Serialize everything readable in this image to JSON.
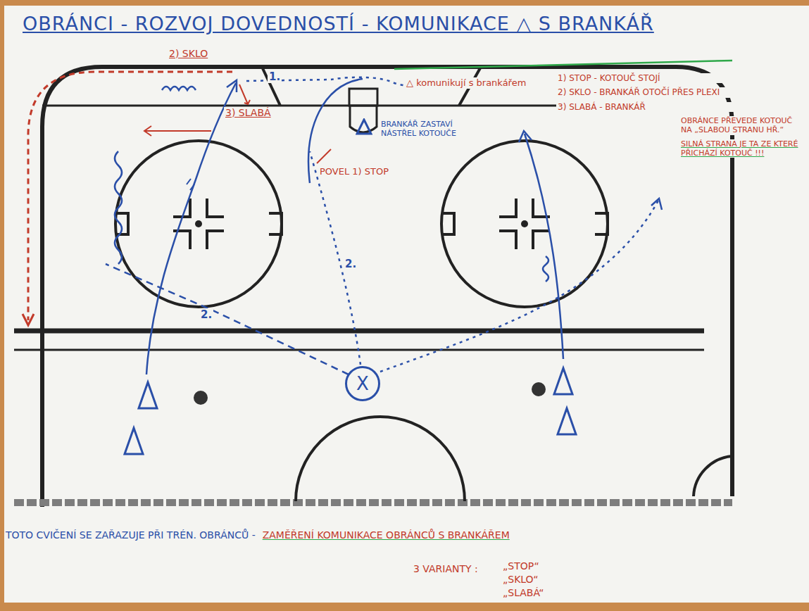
{
  "diagram": {
    "title": "OBRÁNCI - ROZVOJ DOVEDNOSTÍ - KOMUNIKACE △ S BRANKÁŘ",
    "caption": "TOTO CVIČENÍ SE ZAŘAZUJE PŘI TRÉN. OBRÁNCŮ -",
    "nodes": [
      {
        "text": [
          "X"
        ]
      },
      {
        "text": [
          "BRANKÁŘ ZASTAVÍ NÁSTŘEL KOTOUČE"
        ]
      }
    ],
    "labels": [
      "2) SKLO",
      "3) SLABÁ",
      "1.",
      "△ komunikují s brankářem",
      "1) STOP - KOTOUČ STOJÍ",
      "2) SKLO - BRANKÁŘ OTOČÍ PŘES PLEXI",
      "3) SLABÁ - BRANKÁŘ",
      "OBRÁNCE PŘEVEDE KOTOUČ NA „SLABOU STRANU HŘ.“",
      "SILNÁ STRANA JE TA ZE KTERÉ PŘICHÁZÍ KOTOUČ !!!",
      "POVEL 1) STOP",
      "2.",
      "2.",
      "ZAMĚŘENÍ KOMUNIKACE OBRÁNCŮ S BRANKÁŘEM",
      "3 VARIANTY :",
      "„STOP“",
      "„SKLO“",
      "„SLABÁ“"
    ]
  }
}
